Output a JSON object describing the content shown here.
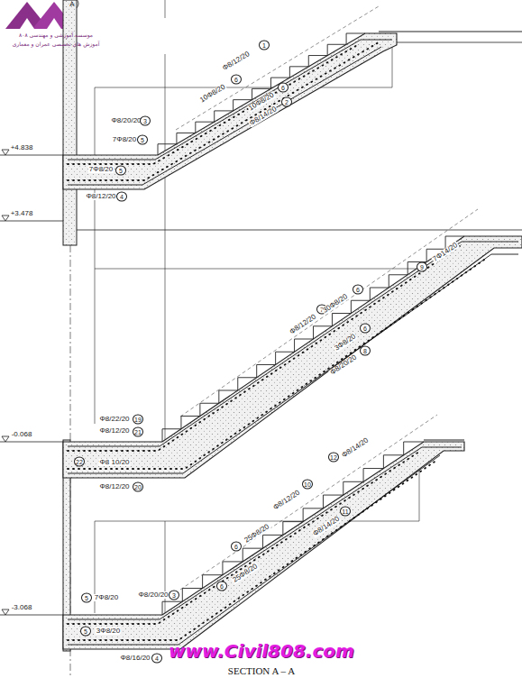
{
  "diagram": {
    "caption": "SECTION A – A",
    "labels": [
      "موسسه آموزشی و مهندسی ۸۰۸",
      "آموزش های تخصصی عمران و معماری",
      "+4.838",
      "+3.478",
      "-0.068",
      "-3.068",
      "Φ8/12/20",
      "1",
      "10Φ8/20",
      "6",
      "10Φ8/20",
      "6",
      "Φ8/14/20",
      "2",
      "Φ8/20/20",
      "3",
      "7Φ8/20",
      "5",
      "7Φ8/20",
      "5",
      "Φ8/12/20",
      "4",
      "7Φ14/20",
      "9",
      "Φ8/12/20",
      "7",
      "30Φ8/20",
      "6",
      "3Φ8/20",
      "6",
      "Φ8/20/20",
      "8",
      "Φ8/22/20",
      "19",
      "Φ8/12/20",
      "21",
      "22",
      "Φ8 10/20",
      "Φ8/12/20",
      "20",
      "12",
      "Φ8/14/20",
      "Φ8/12/20",
      "10",
      "6",
      "25Φ8/20",
      "6",
      "25Φ8/20",
      "Φ8/14/20",
      "11",
      "5",
      "7Φ8/20",
      "Φ8/20/20",
      "3",
      "5",
      "3Φ8/20",
      "Φ8/16/20",
      "4",
      "A",
      "www.Civil808.com"
    ]
  }
}
